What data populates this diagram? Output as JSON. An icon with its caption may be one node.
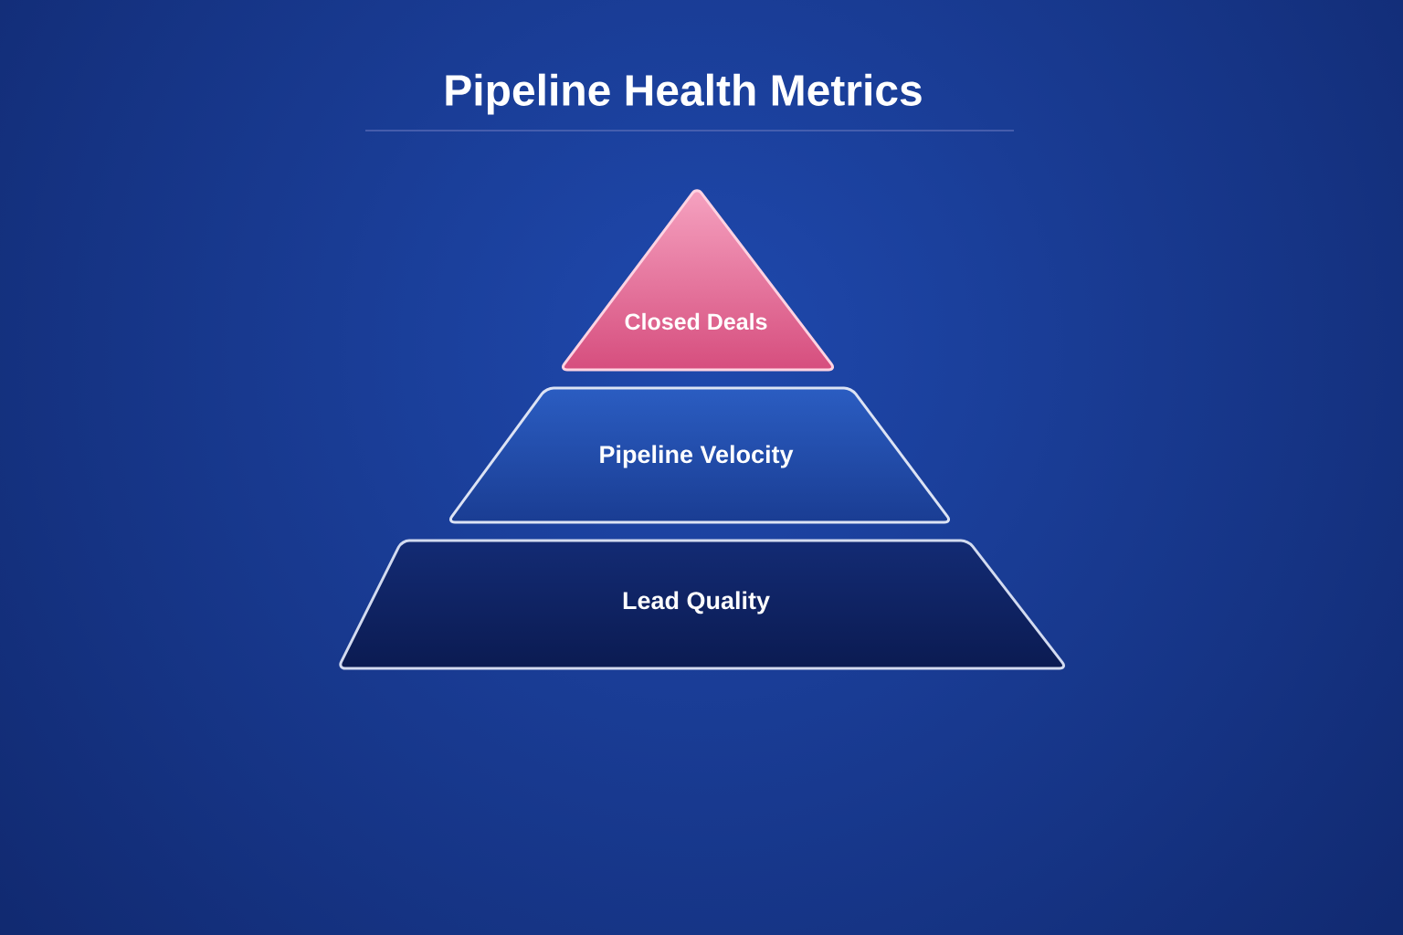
{
  "diagram": {
    "title": "Pipeline Health Metrics",
    "nodes": [
      {
        "text": [
          "Closed Deals"
        ]
      },
      {
        "text": [
          "Pipeline Velocity"
        ]
      },
      {
        "text": [
          "Lead Quality"
        ]
      }
    ]
  }
}
